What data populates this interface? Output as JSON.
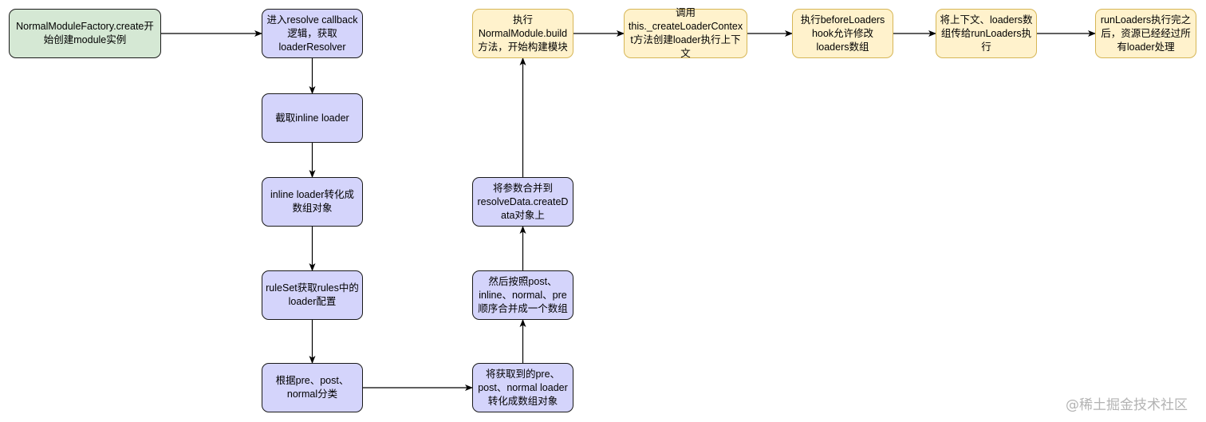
{
  "nodes": {
    "start": "NormalModuleFactory.create开始创建module实例",
    "b1": "进入resolve callback逻辑，获取loaderResolver",
    "b2": "截取inline loader",
    "b3": "inline loader转化成数组对象",
    "b4": "ruleSet获取rules中的loader配置",
    "b5": "根据pre、post、normal分类",
    "c1": "将获取到的pre、post、normal loader转化成数组对象",
    "c2": "然后按照post、inline、normal、pre顺序合并成一个数组",
    "c3": "将参数合并到resolveData.createData对象上",
    "y1": "执行NormalModule.build方法，开始构建模块",
    "y2": "调用this._createLoaderContext方法创建loader执行上下文",
    "y3": "执行beforeLoaders hook允许修改loaders数组",
    "y4": "将上下文、loaders数组传给runLoaders执行",
    "y5": "runLoaders执行完之后，资源已经经过所有loader处理"
  },
  "edges": [
    [
      "start",
      "b1"
    ],
    [
      "b1",
      "b2"
    ],
    [
      "b2",
      "b3"
    ],
    [
      "b3",
      "b4"
    ],
    [
      "b4",
      "b5"
    ],
    [
      "b5",
      "c1"
    ],
    [
      "c1",
      "c2"
    ],
    [
      "c2",
      "c3"
    ],
    [
      "c3",
      "y1"
    ],
    [
      "y1",
      "y2"
    ],
    [
      "y2",
      "y3"
    ],
    [
      "y3",
      "y4"
    ],
    [
      "y4",
      "y5"
    ]
  ],
  "watermark": "@稀土掘金技术社区",
  "colors": {
    "start_fill": "#d5e8d4",
    "process_fill": "#d4d4fb",
    "build_fill": "#fff2cc",
    "build_stroke": "#d6b656",
    "edge": "#000000"
  }
}
